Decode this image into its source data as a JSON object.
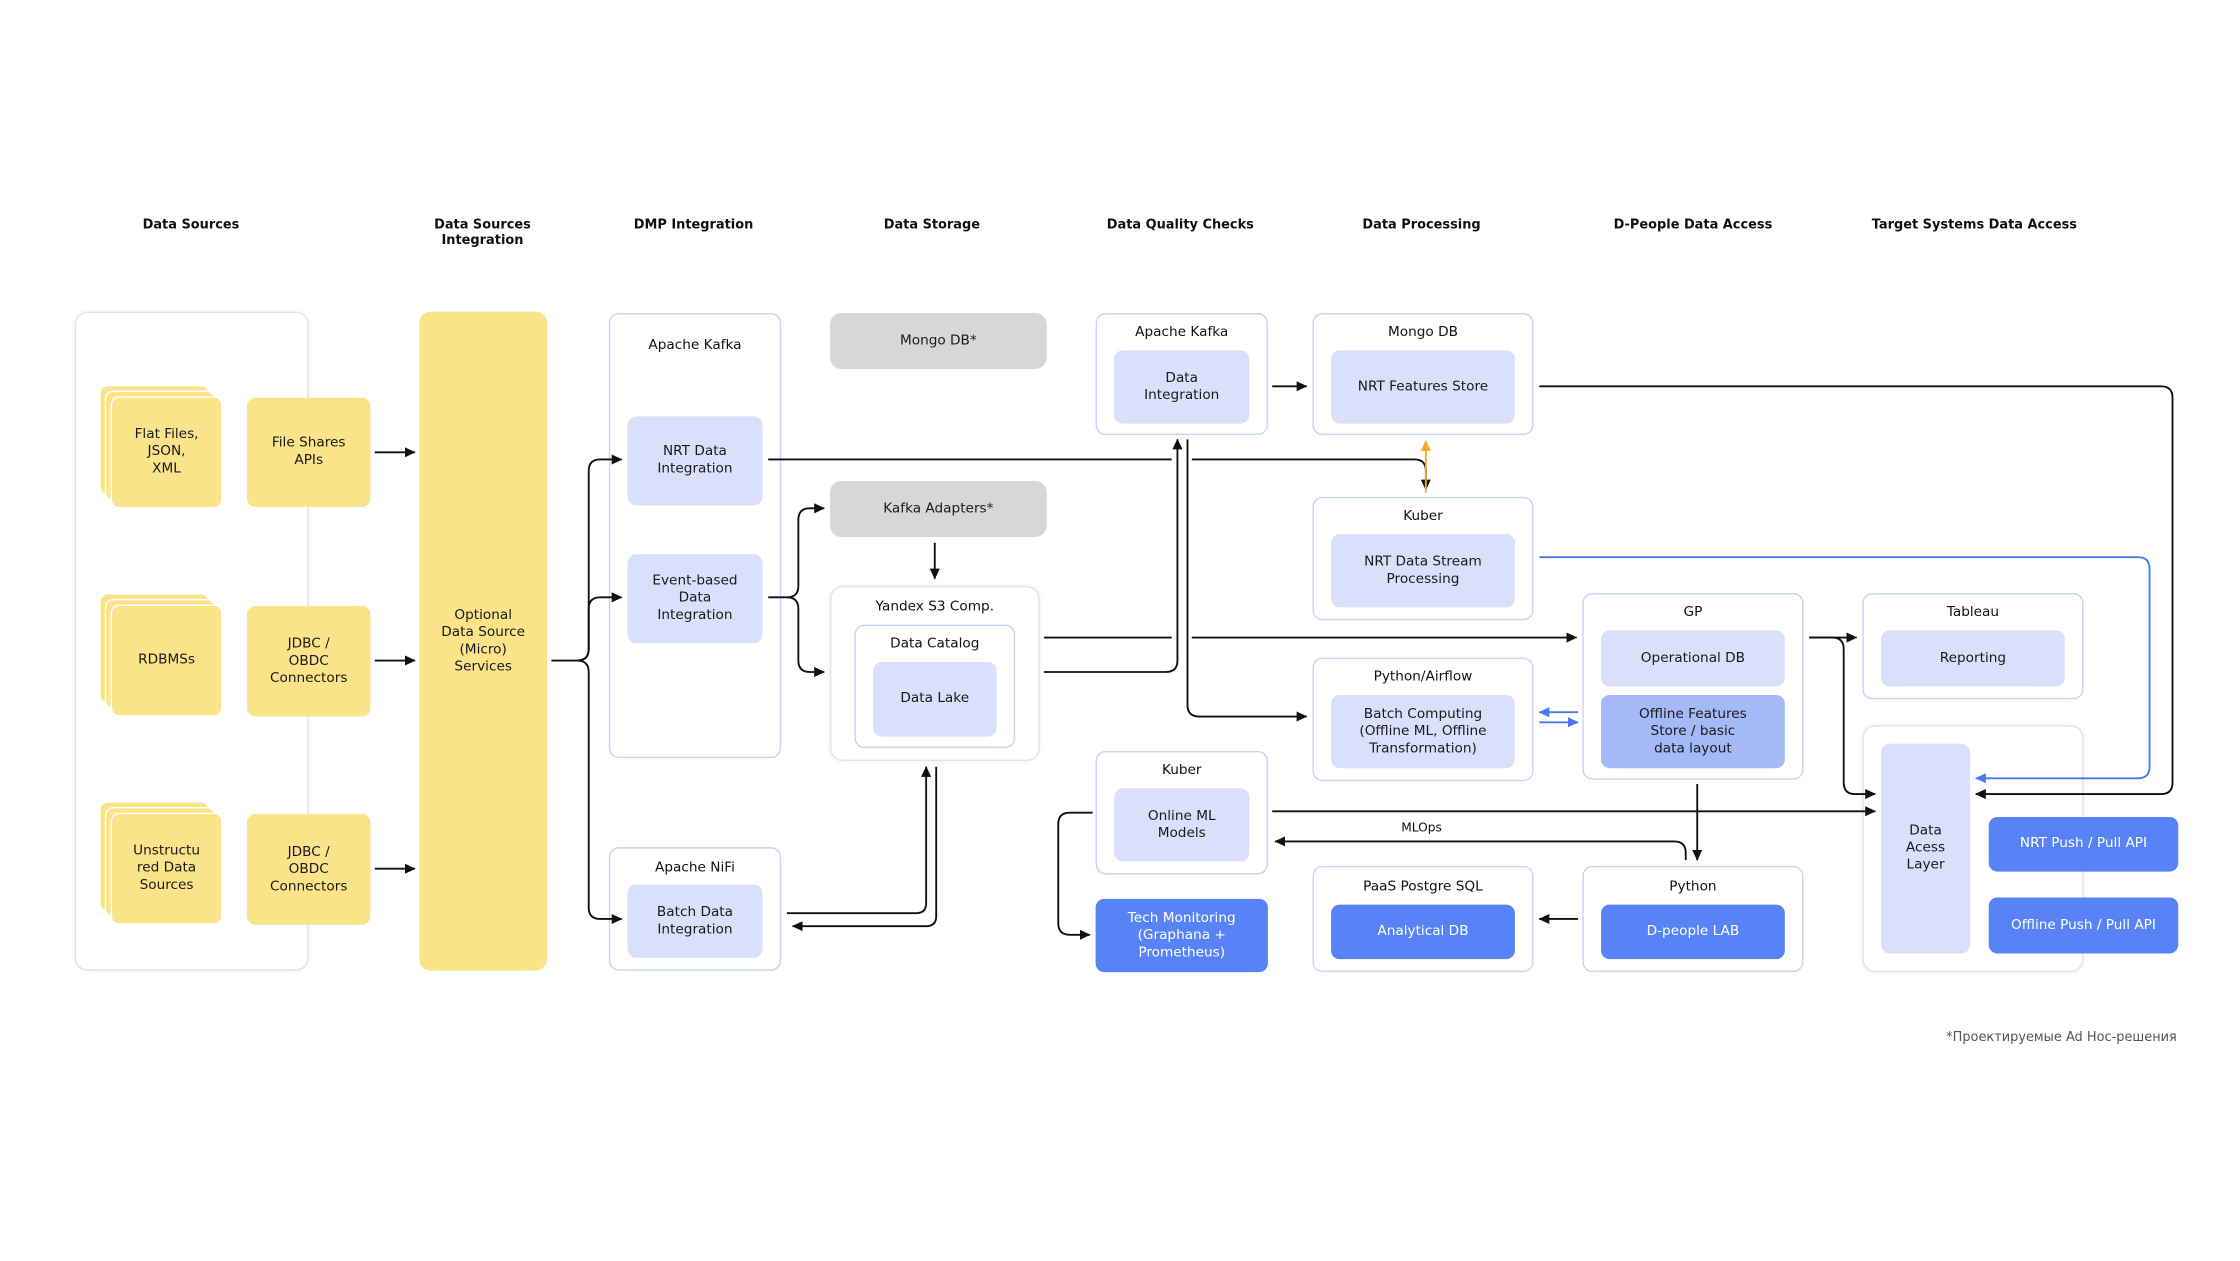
{
  "columns": {
    "data_sources": "Data Sources",
    "ds_integration": "Data Sources\nIntegration",
    "dmp_integration": "DMP Integration",
    "data_storage": "Data Storage",
    "dq_checks": "Data Quality Checks",
    "data_processing": "Data Processing",
    "dpeople_access": "D-People Data Access",
    "target_access": "Target Systems Data Access"
  },
  "sources": {
    "flat_files": "Flat Files,\nJSON,\nXML",
    "file_shares": "File Shares\nAPIs",
    "rdbms": "RDBMSs",
    "jdbc1": "JDBC /\nOBDC\nConnectors",
    "unstructured": "Unstructu\nred Data\nSources",
    "jdbc2": "JDBC /\nOBDC\nConnectors"
  },
  "integration": {
    "optional": "Optional\nData Source\n(Micro)\nServices"
  },
  "dmp": {
    "kafka_title": "Apache Kafka",
    "nrt": "NRT Data\nIntegration",
    "event": "Event-based\nData\nIntegration",
    "nifi_title": "Apache NiFi",
    "batch": "Batch Data\nIntegration"
  },
  "storage": {
    "mongo": "Mongo DB*",
    "kafka_adapters": "Kafka Adapters*",
    "s3_title": "Yandex S3 Comp.",
    "catalog_title": "Data Catalog",
    "lake": "Data Lake"
  },
  "dq": {
    "kafka_title": "Apache Kafka",
    "data_integration": "Data\nIntegration",
    "kuber_title": "Kuber",
    "online_ml": "Online ML\nModels",
    "tech_monitoring": "Tech Monitoring\n(Graphana +\nPrometheus)"
  },
  "processing": {
    "mongo_title": "Mongo DB",
    "nrt_store": "NRT Features Store",
    "kuber_title": "Kuber",
    "nrt_stream": "NRT Data Stream\nProcessing",
    "airflow_title": "Python/Airflow",
    "batch_computing": "Batch Computing\n(Offline ML, Offline\nTransformation)",
    "postgres_title": "PaaS Postgre SQL",
    "analytical_db": "Analytical DB"
  },
  "dpeople": {
    "gp_title": "GP",
    "operational_db": "Operational DB",
    "offline_store": "Offline Features\nStore / basic\ndata layout",
    "python_title": "Python",
    "lab": "D-people LAB"
  },
  "target": {
    "tableau_title": "Tableau",
    "reporting": "Reporting",
    "access_layer": "Data\nAcess\nLayer",
    "nrt_api": "NRT Push / Pull API",
    "offline_api": "Offline Push / Pull API"
  },
  "labels": {
    "mlops": "MLOps"
  },
  "footnote": "*Проектируемые Ad Hoc-решения",
  "colors": {
    "yellow": "#fbe389",
    "light_blue": "#d8e0fb",
    "mid_blue": "#a4b9f7",
    "blue": "#5783f7",
    "gray": "#d7d7d7",
    "panel_border": "#c7d4f7",
    "orange_arrow": "#f5a623",
    "blue_arrow": "#4a78f0"
  }
}
